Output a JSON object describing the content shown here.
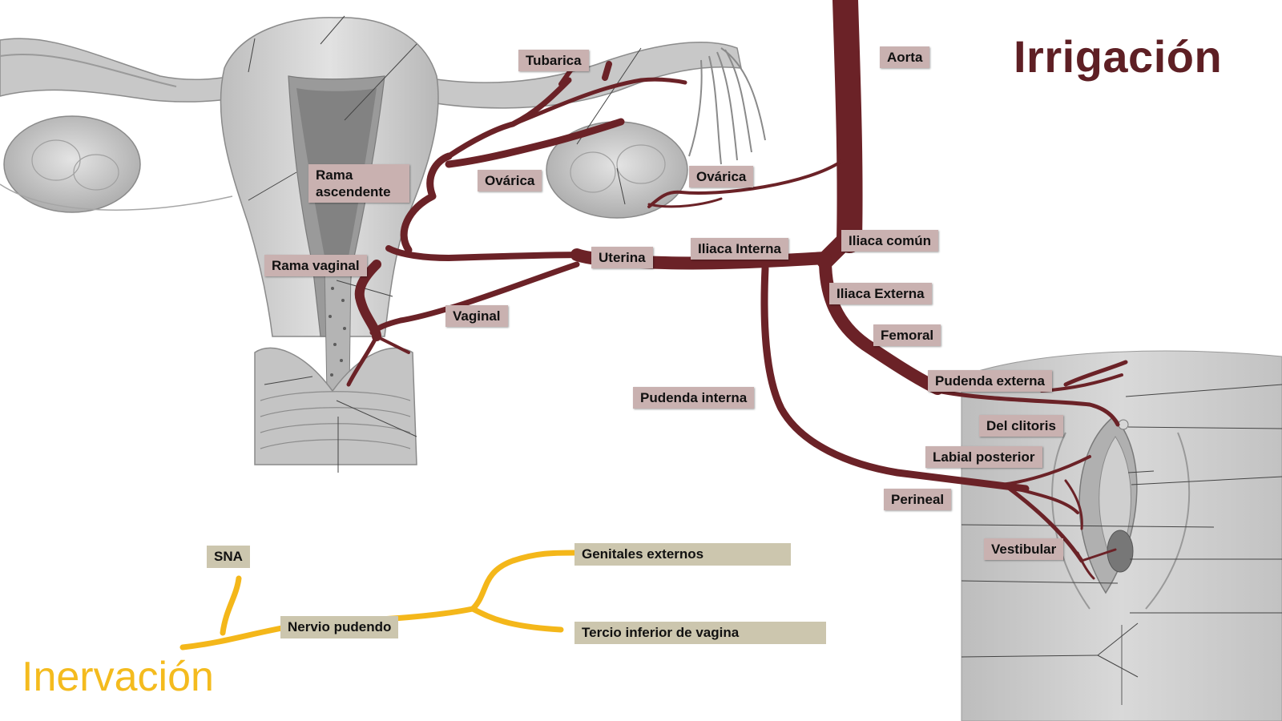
{
  "titles": {
    "irrigation": "Irrigación",
    "innervation": "Inervación"
  },
  "colors": {
    "artery": "#6b2227",
    "nerve": "#f4b71a",
    "artery_label_bg": "#c9b1b0",
    "nerve_label_bg": "#ccc6ae",
    "title_irrigation": "#5e1f24",
    "title_innervation": "#f4bb1e"
  },
  "artery_labels": {
    "aorta": "Aorta",
    "tubarica": "Tubarica",
    "ovarica_uterine_branch": "Ovárica",
    "ovarica_aortic": "Ovárica",
    "rama_ascendente": "Rama ascendente",
    "rama_vaginal": "Rama vaginal",
    "uterina": "Uterina",
    "iliaca_interna": "Iliaca Interna",
    "iliaca_comun": "Iliaca común",
    "iliaca_externa": "Iliaca Externa",
    "femoral": "Femoral",
    "vaginal": "Vaginal",
    "pudenda_interna": "Pudenda interna",
    "pudenda_externa": "Pudenda externa",
    "del_clitoris": "Del clitoris",
    "labial_posterior": "Labial posterior",
    "perineal": "Perineal",
    "vestibular": "Vestibular"
  },
  "nerve_labels": {
    "sna": "SNA",
    "nervio_pudendo": "Nervio pudendo",
    "genitales_externos": "Genitales externos",
    "tercio_inferior": "Tercio inferior de vagina"
  }
}
